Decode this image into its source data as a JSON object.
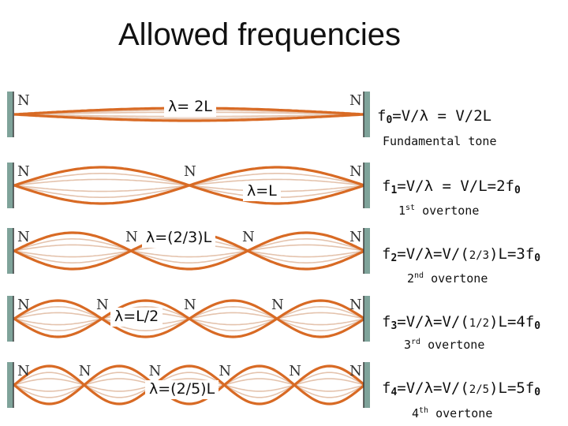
{
  "title": "Allowed frequencies",
  "node_label": "N",
  "colors": {
    "string": "#d86a24",
    "faint": "#d9a98a",
    "clamp": "#7fa39a"
  },
  "modes": [
    {
      "harmonic": 1,
      "lambda": "λ= 2L",
      "frequency": {
        "prefix": "f",
        "sub": "0",
        "eq": "=V/λ = V/2L"
      },
      "overtone": {
        "text": "Fundamental tone",
        "sup": "",
        "rest": ""
      }
    },
    {
      "harmonic": 2,
      "lambda": "λ=L",
      "frequency": {
        "prefix": "f",
        "sub": "1",
        "eq": "=V/λ = V/L=2f",
        "sub2": "0"
      },
      "overtone": {
        "text": "1",
        "sup": "st",
        "rest": " overtone"
      }
    },
    {
      "harmonic": 3,
      "lambda": "λ=(2/3)L",
      "frequency": {
        "prefix": "f",
        "sub": "2",
        "eq": "=V/λ=V/(",
        "frac": "2/3",
        "eq2": ")L=3f",
        "sub2": "0"
      },
      "overtone": {
        "text": "2",
        "sup": "nd",
        "rest": " overtone"
      }
    },
    {
      "harmonic": 4,
      "lambda": "λ=L/2",
      "frequency": {
        "prefix": "f",
        "sub": "3",
        "eq": "=V/λ=V/(",
        "frac": "1/2",
        "eq2": ")L=4f",
        "sub2": "0"
      },
      "overtone": {
        "text": "3",
        "sup": "rd",
        "rest": " overtone"
      }
    },
    {
      "harmonic": 5,
      "lambda": "λ=(2/5)L",
      "frequency": {
        "prefix": "f",
        "sub": "4",
        "eq": "=V/λ=V/(",
        "frac": "2/5",
        "eq2": ")L=5f",
        "sub2": "0"
      },
      "overtone": {
        "text": "4",
        "sup": "th",
        "rest": " overtone"
      }
    }
  ]
}
